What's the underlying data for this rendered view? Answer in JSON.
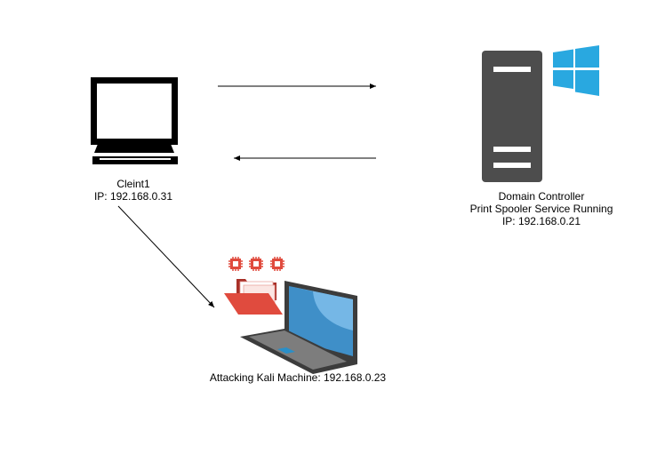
{
  "nodes": {
    "client": {
      "name": "Cleint1",
      "ip": "IP: 192.168.0.31",
      "icon": "monitor-icon"
    },
    "domain_controller": {
      "line1": "Domain Controller",
      "line2": "Print Spooler Service Running",
      "line3": "IP: 192.168.0.21",
      "icon": "server-tower-icon",
      "badge_icon": "windows-logo-icon"
    },
    "attacker": {
      "label": "Attacking Kali Machine: 192.168.0.23",
      "icon": "laptop-icon",
      "decoration_icons": [
        "chip-icon",
        "chip-icon",
        "chip-icon",
        "folder-icon"
      ]
    }
  },
  "edges": [
    {
      "from": "client",
      "to": "domain_controller"
    },
    {
      "from": "domain_controller",
      "to": "client"
    },
    {
      "from": "client",
      "to": "attacker"
    }
  ],
  "colors": {
    "line": "#000000",
    "monitor": "#000000",
    "server": "#4d4d4d",
    "windows": "#29a8e0",
    "chip": "#e04b3e",
    "folder_front": "#e04b3e",
    "folder_back": "#a83028",
    "laptop_body": "#3c3c3c",
    "laptop_screen": "#3f8fc8"
  }
}
